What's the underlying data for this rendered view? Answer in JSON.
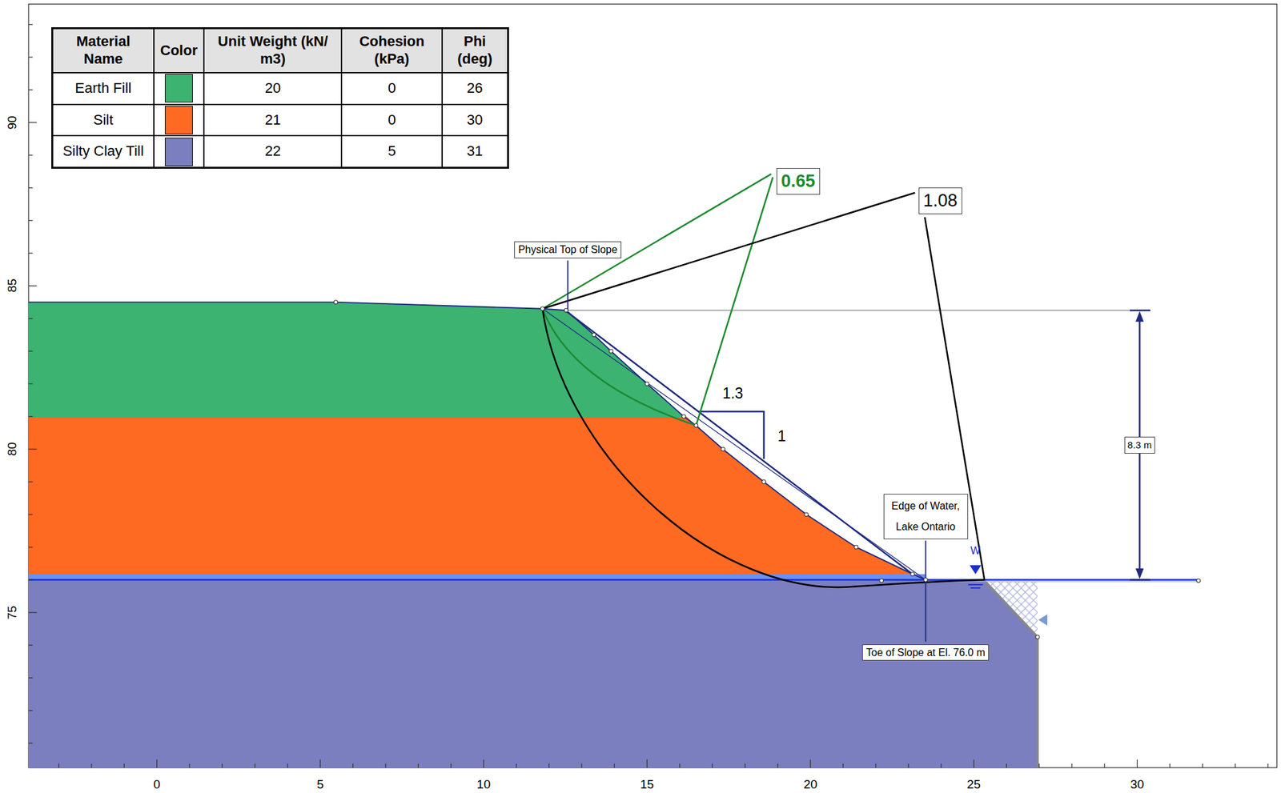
{
  "diagram": {
    "nodes": [
      {
        "text": [
          "Physical Top of Slope"
        ]
      },
      {
        "text": [
          "0.65"
        ]
      },
      {
        "text": [
          "1.08"
        ]
      },
      {
        "text": [
          "Edge of Water, Lake Ontario"
        ]
      },
      {
        "text": [
          "8.3 m"
        ]
      },
      {
        "text": [
          "Toe of Slope at El. 76.0 m"
        ]
      }
    ],
    "labels": [
      "Material Name",
      "Color",
      "Unit Weight (kN/ m3)",
      "Cohesion (kPa)",
      "Phi (deg)",
      "20",
      "0",
      "26",
      "21",
      "0",
      "30",
      "22",
      "5",
      "31",
      "1.3",
      "1",
      "W",
      "90",
      "85",
      "80",
      "75",
      "0",
      "5",
      "10",
      "15",
      "20",
      "25",
      "30"
    ],
    "legend": [
      {
        "text": "Earth Fill",
        "color": "#3cb371"
      },
      {
        "text": "Silt",
        "color": "#ff6a22"
      },
      {
        "text": "Silty Clay Till",
        "color": "#7b7fc0"
      }
    ]
  }
}
